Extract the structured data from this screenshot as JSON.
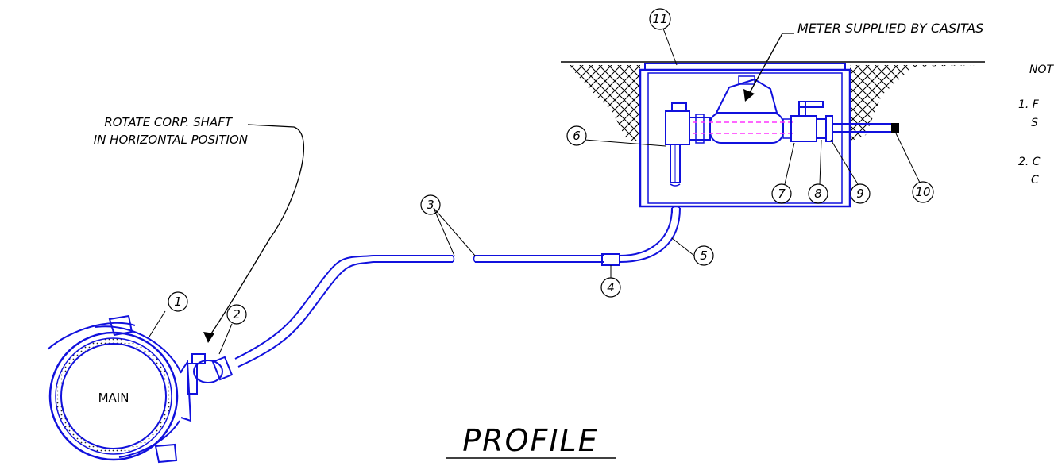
{
  "drawing": {
    "title": "PROFILE",
    "main_label": "MAIN",
    "note_rotate_line1": "ROTATE CORP. SHAFT",
    "note_rotate_line2": "IN HORIZONTAL POSITION",
    "meter_note": "METER SUPPLIED BY CASITAS",
    "notes_heading": "NOT",
    "note1_line1": "1. F",
    "note1_line2": "S",
    "note2_line1": "2. C",
    "note2_line2": "C"
  },
  "callouts": [
    "1",
    "2",
    "3",
    "4",
    "5",
    "6",
    "7",
    "8",
    "9",
    "10",
    "11"
  ],
  "colors": {
    "pipe": "#1111dd",
    "leader": "#000000",
    "hatch": "#000000",
    "meter_center": "#ff33ff",
    "background": "#ffffff"
  }
}
